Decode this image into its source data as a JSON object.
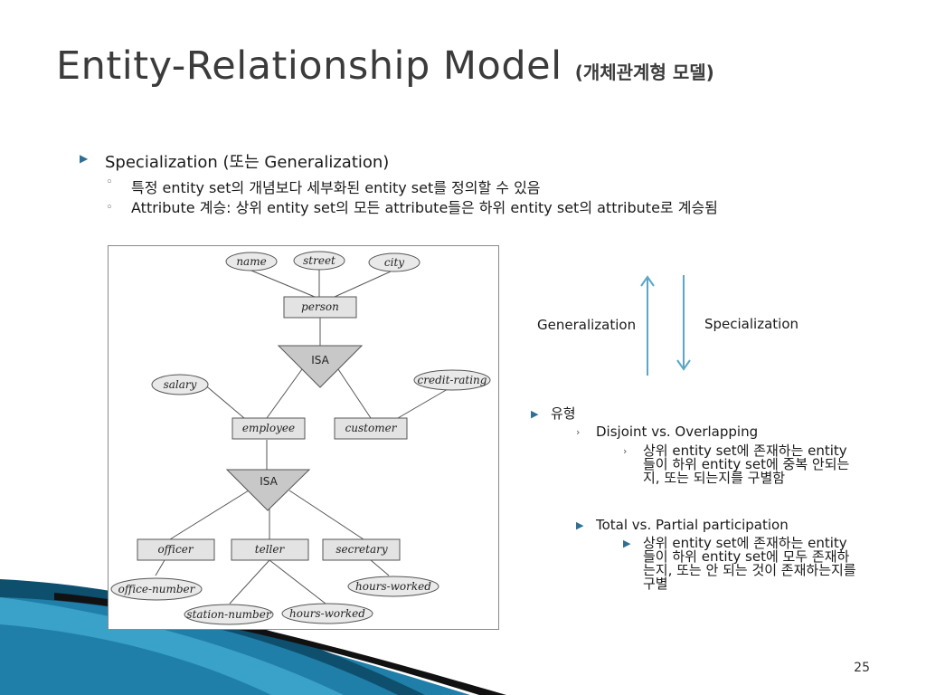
{
  "slide": {
    "title_main": "Entity-Relationship Model",
    "title_sub": "(개체관계형 모델)",
    "page_number": "25"
  },
  "bullets": {
    "main": "Specialization (또는 Generalization)",
    "sub1": "특정 entity set의 개념보다 세부화된 entity set를 정의할 수 있음",
    "sub2": "Attribute 계승: 상위 entity set의 모든 attribute들은 하위 entity set의 attribute로 계승됨"
  },
  "diagram": {
    "attributes": {
      "name": "name",
      "street": "street",
      "city": "city",
      "salary": "salary",
      "credit_rating": "credit-rating",
      "office_number": "office-number",
      "station_number": "station-number",
      "hours_worked_1": "hours-worked",
      "hours_worked_2": "hours-worked"
    },
    "entities": {
      "person": "person",
      "employee": "employee",
      "customer": "customer",
      "officer": "officer",
      "teller": "teller",
      "secretary": "secretary"
    },
    "isa_top": "ISA",
    "isa_bottom": "ISA"
  },
  "arrows": {
    "generalization": "Generalization",
    "specialization": "Specialization"
  },
  "types": {
    "heading": "유형",
    "t1": "Disjoint vs. Overlapping",
    "t1_desc": "상위 entity set에 존재하는 entity들이 하위 entity set에 중복 안되는지, 또는 되는지를 구별함",
    "t2": "Total vs. Partial participation",
    "t2_desc": "상위 entity set에 존재하는 entity들이 하위 entity set에 모두 존재하는지, 또는 안 되는 것이 존재하는지를 구별"
  },
  "colors": {
    "accent": "#2e6f94",
    "title": "#3b3b3b",
    "entity_fill": "#e3e3e3",
    "ellipse_fill": "#e9e9e9",
    "triangle_fill": "#c8c8c8"
  }
}
